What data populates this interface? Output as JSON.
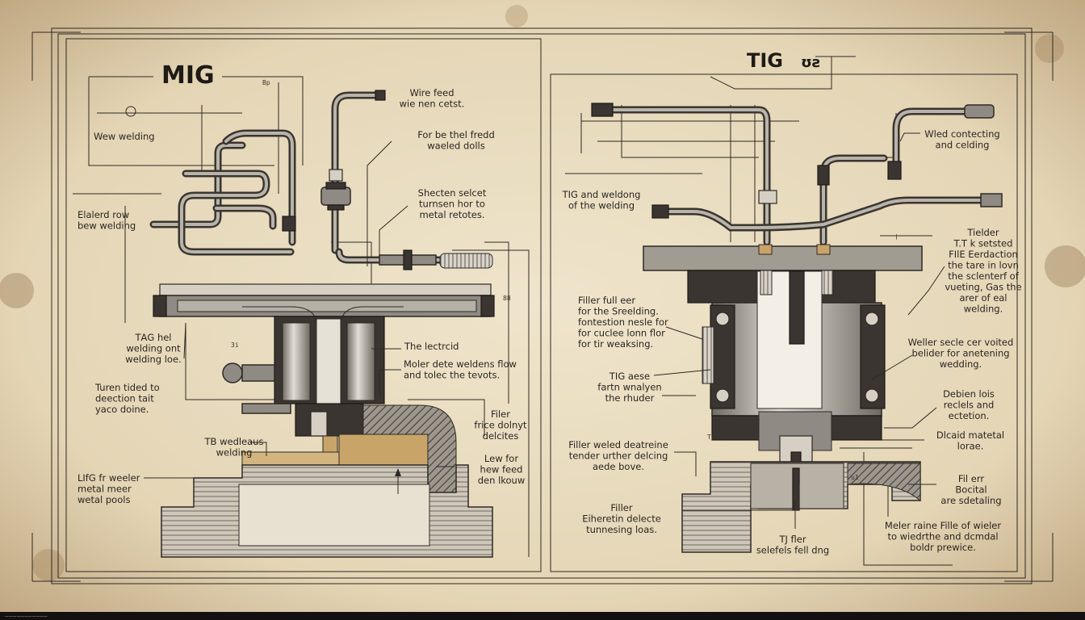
{
  "titles": {
    "mig": "MIG",
    "tig": "TIG",
    "tig_suffix": "ʊƨ"
  },
  "footer": "~~~~~~~~~~~",
  "mig_labels": [
    {
      "id": "wire-feed",
      "lines": [
        "Wire feed",
        "wie nen cetst."
      ]
    },
    {
      "id": "wew-welding",
      "lines": [
        "Wew welding"
      ]
    },
    {
      "id": "feed-rolls",
      "lines": [
        "For be thel fredd",
        "waeled dolls"
      ]
    },
    {
      "id": "shecten-select",
      "lines": [
        "Shecten selcet",
        "turnsen hor to",
        "metal retotes."
      ]
    },
    {
      "id": "elaterd-row",
      "lines": [
        "Elalerd row",
        "bew welding"
      ]
    },
    {
      "id": "tig-hel",
      "lines": [
        "TΑG hel",
        "welding ont",
        "welding loe."
      ]
    },
    {
      "id": "the-lectrod",
      "lines": [
        "The lectrcid"
      ]
    },
    {
      "id": "moler-flow",
      "lines": [
        "Moler dete weldens flow",
        "and tolec the tevots."
      ]
    },
    {
      "id": "turen-tided",
      "lines": [
        "Turen tided to",
        "deection tait",
        "yaco doine."
      ]
    },
    {
      "id": "filler-left",
      "lines": [
        "Filer",
        "frice dolnyt",
        "delcites"
      ]
    },
    {
      "id": "tb-weldeaus",
      "lines": [
        "TB wedleaus",
        "welding"
      ]
    },
    {
      "id": "low-for",
      "lines": [
        "Lew for",
        "hew feed",
        "den lkouw"
      ]
    },
    {
      "id": "lifg-weeler",
      "lines": [
        "LIfG fr weeler",
        "metal meer",
        "wetal pools"
      ]
    }
  ],
  "tig_labels": [
    {
      "id": "wled-contecting",
      "lines": [
        "Wled contecting",
        "and celding"
      ]
    },
    {
      "id": "tig-weldong",
      "lines": [
        "TIG and weldong",
        "of the welding"
      ]
    },
    {
      "id": "tielder",
      "lines": [
        "Tielder",
        "T.T k setsted",
        "FIlE Eerdaction",
        "the tare in lovn",
        "the sclenterf of",
        "vueting, Gas the",
        "arer of eal",
        "welding."
      ]
    },
    {
      "id": "filler-full",
      "lines": [
        "Filler full eer",
        "for the Sreelding.",
        "fontestion nesle for",
        "for cuclee lonn flor",
        "for tir weaksing."
      ]
    },
    {
      "id": "weller-secle",
      "lines": [
        "Weller secle cer voited",
        "belider for anetening",
        "wedding."
      ]
    },
    {
      "id": "tig-aese",
      "lines": [
        "TIG aese",
        "fartn wnalyen",
        "the rhuder"
      ]
    },
    {
      "id": "deben-lois",
      "lines": [
        "Debien lois",
        "reclels and",
        "ectetion."
      ]
    },
    {
      "id": "dicaid-material",
      "lines": [
        "Dlcaid matetal",
        "lorae."
      ]
    },
    {
      "id": "filler-weled",
      "lines": [
        "Filler weled deatreine",
        "tender urther delcing",
        "aede bove."
      ]
    },
    {
      "id": "fil-err",
      "lines": [
        "Fil err",
        "Bocital",
        "are sdetaling"
      ]
    },
    {
      "id": "filler-bottom",
      "lines": [
        "Filler",
        "Eiheretin delecte",
        "tunnesing loas."
      ]
    },
    {
      "id": "tj-fler",
      "lines": [
        "TJ fler",
        "selefels fell dng"
      ]
    },
    {
      "id": "meler-raine",
      "lines": [
        "Meler raine Fille of wieler",
        "to wiedrthe and dcmdal",
        "boldr prewice."
      ]
    }
  ],
  "small_marks": [
    "Βp",
    "3i",
    "88",
    "TB",
    "†",
    "u1"
  ],
  "colors": {
    "paper": "#e9dcc0",
    "ink": "#2e2924",
    "metal": "#8f8b84",
    "copper": "#c9a468",
    "hatch": "#8a847a"
  }
}
